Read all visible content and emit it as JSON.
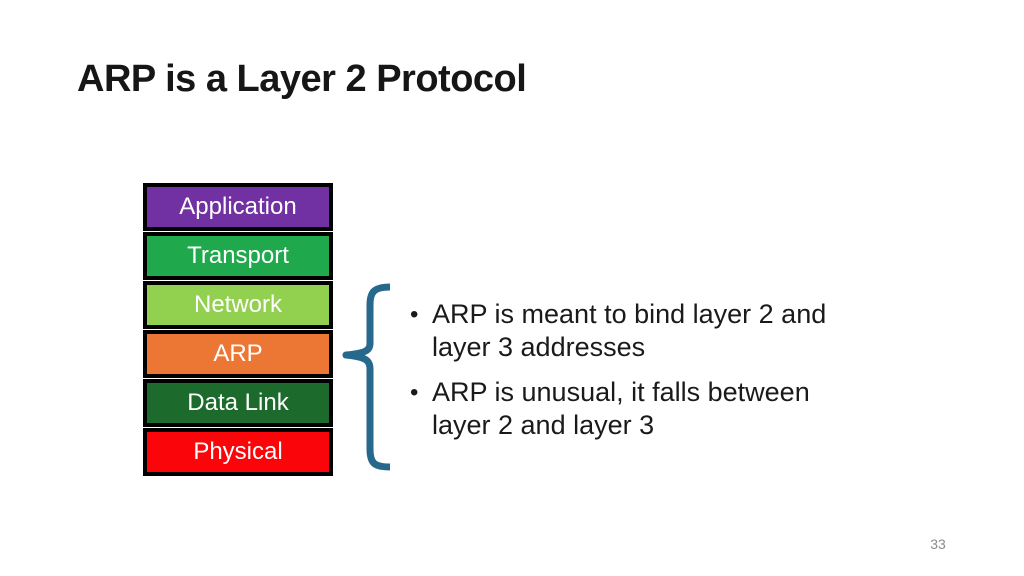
{
  "slide": {
    "title": "ARP is a Layer 2 Protocol",
    "page_number": "33"
  },
  "stack": {
    "border_color": "#000000",
    "layers": [
      {
        "label": "Application",
        "color": "#7231A3",
        "text_color": "#FFFFFF"
      },
      {
        "label": "Transport",
        "color": "#1FA94C",
        "text_color": "#FFFFFF"
      },
      {
        "label": "Network",
        "color": "#92D050",
        "text_color": "#FFFFFF"
      },
      {
        "label": "ARP",
        "color": "#EC7633",
        "text_color": "#FFFFFF"
      },
      {
        "label": "Data Link",
        "color": "#1D6B2C",
        "text_color": "#FFFFFF"
      },
      {
        "label": "Physical",
        "color": "#FA0509",
        "text_color": "#FFFFFF"
      }
    ]
  },
  "brace": {
    "color": "#26698C"
  },
  "bullets": [
    "ARP is meant to bind layer 2 and layer 3 addresses",
    "ARP is unusual, it falls between layer 2 and layer 3"
  ]
}
